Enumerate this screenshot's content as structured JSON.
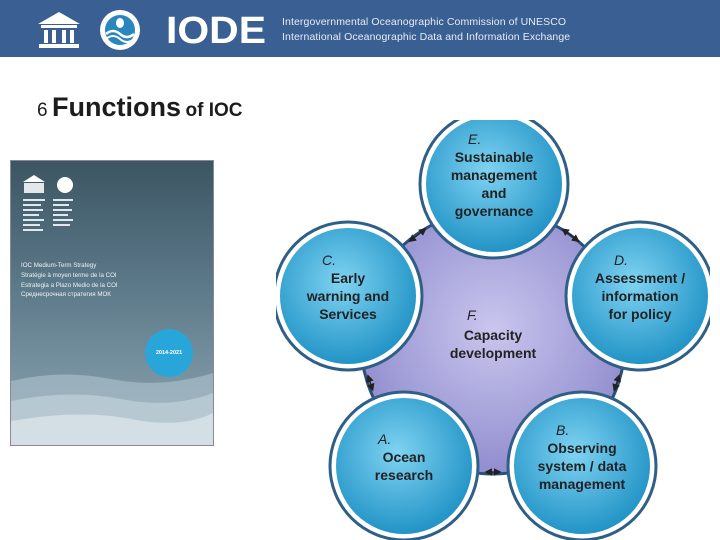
{
  "header": {
    "line1": "Intergovernmental Oceanographic Commission of UNESCO",
    "line2": "International Oceanographic Data and Information Exchange",
    "iode_logo_text": "IODE",
    "background_color": "#3a5f93",
    "icons": [
      "unesco-logo-icon",
      "ioc-emblem-icon"
    ]
  },
  "title": {
    "number": "6",
    "main": "Functions",
    "suffix": "of IOC"
  },
  "book": {
    "lines": [
      "IOC Medium-Term Strategy",
      "Stratégie à moyen terme de la COI",
      "Estrategia a Plazo Medio de la COI",
      "Среднесрочная стратегия МОК"
    ],
    "badge": "2014-2021"
  },
  "diagram": {
    "colors": {
      "circle": "#1d97c8",
      "ring": "#2f5f86",
      "center": "#9c98d6",
      "arrow": "#222222"
    },
    "center": {
      "letter": "F.",
      "lines": [
        "Capacity",
        "development"
      ]
    },
    "circles": [
      {
        "id": "E",
        "letter": "E.",
        "lines": [
          "Sustainable",
          "management",
          "and",
          "governance"
        ]
      },
      {
        "id": "D",
        "letter": "D.",
        "lines": [
          "Assessment /",
          "information",
          "for policy"
        ]
      },
      {
        "id": "B",
        "letter": "B.",
        "lines": [
          "Observing",
          "system / data",
          "management"
        ]
      },
      {
        "id": "A",
        "letter": "A.",
        "lines": [
          "Ocean",
          "research"
        ]
      },
      {
        "id": "C",
        "letter": "C.",
        "lines": [
          "Early",
          "warning and",
          "Services"
        ]
      }
    ]
  }
}
